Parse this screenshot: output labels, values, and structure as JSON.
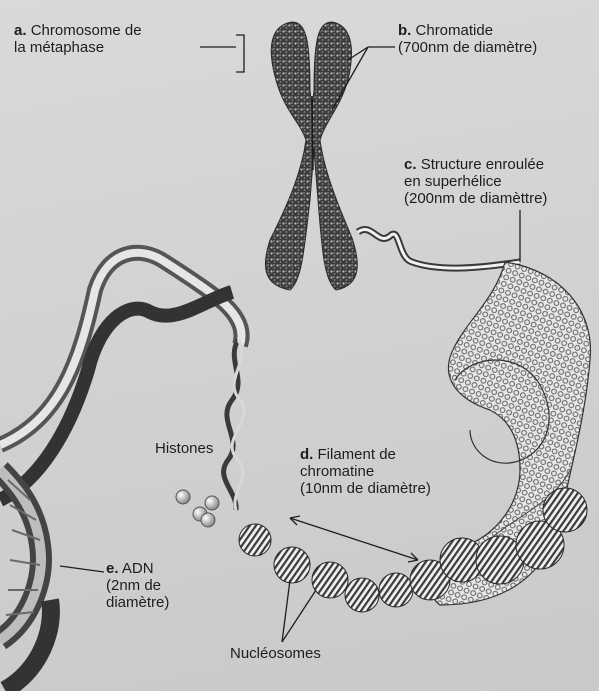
{
  "labels": {
    "a": {
      "letter": "a.",
      "line1": "Chromosome de",
      "line2": "la métaphase"
    },
    "b": {
      "letter": "b.",
      "line1": "Chromatide",
      "line2": "(700nm de diamètre)"
    },
    "c": {
      "letter": "c.",
      "line1": "Structure enroulée",
      "line2": "en superhélice",
      "line3": "(200nm de diamèttre)"
    },
    "d": {
      "letter": "d.",
      "line1": "Filament de",
      "line2": "chromatine",
      "line3": "(10nm de diamètre)"
    },
    "e": {
      "letter": "e.",
      "line1": "ADN",
      "line2": "(2nm de",
      "line3": "diamètre)"
    },
    "histones": "Histones",
    "nucleosomes": "Nucléosomes"
  },
  "colors": {
    "background": "#d2d2d2",
    "text": "#1e1e1e",
    "structure_dark": "#3a3a3a",
    "structure_light": "#f2f2f2"
  }
}
